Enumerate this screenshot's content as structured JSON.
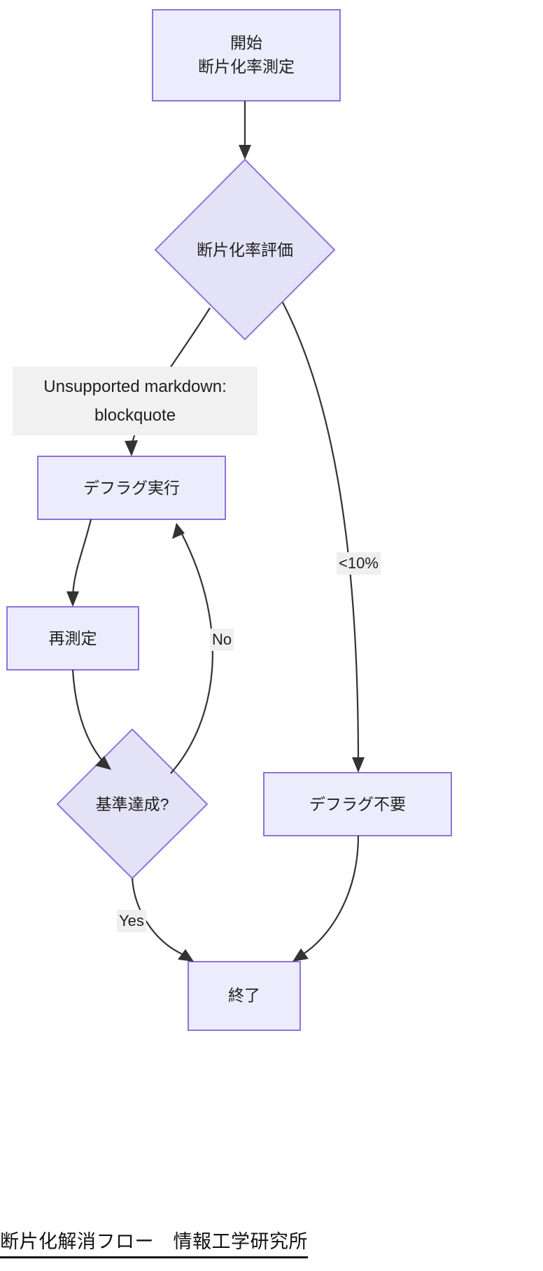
{
  "diagram": {
    "type": "flowchart",
    "direction": "top-down",
    "caption": "断片化解消フロー　情報工学研究所",
    "theme": {
      "node_fill": "#ececfd",
      "node_stroke": "#9370db",
      "edge_stroke": "#333333",
      "label_background": "#efefef",
      "text_color": "#1f1f1f",
      "page_background": "#ffffff"
    },
    "nodes": [
      {
        "id": "start",
        "shape": "rect",
        "label": "開始\n断片化率測定"
      },
      {
        "id": "evaluate",
        "shape": "diamond",
        "label": "断片化率評価"
      },
      {
        "id": "defrag",
        "shape": "rect",
        "label": "デフラグ実行"
      },
      {
        "id": "remeasure",
        "shape": "rect",
        "label": "再測定"
      },
      {
        "id": "criteria",
        "shape": "diamond",
        "label": "基準達成?"
      },
      {
        "id": "nodefrag",
        "shape": "rect",
        "label": "デフラグ不要"
      },
      {
        "id": "end",
        "shape": "rect",
        "label": "終了"
      }
    ],
    "edges": [
      {
        "from": "start",
        "to": "evaluate",
        "label": ""
      },
      {
        "from": "evaluate",
        "to": "defrag",
        "label": "Unsupported markdown:\nblockquote"
      },
      {
        "from": "evaluate",
        "to": "nodefrag",
        "label": "<10%"
      },
      {
        "from": "defrag",
        "to": "remeasure",
        "label": ""
      },
      {
        "from": "remeasure",
        "to": "criteria",
        "label": ""
      },
      {
        "from": "criteria",
        "to": "defrag",
        "label": "No"
      },
      {
        "from": "criteria",
        "to": "end",
        "label": "Yes"
      },
      {
        "from": "nodefrag",
        "to": "end",
        "label": ""
      }
    ]
  }
}
